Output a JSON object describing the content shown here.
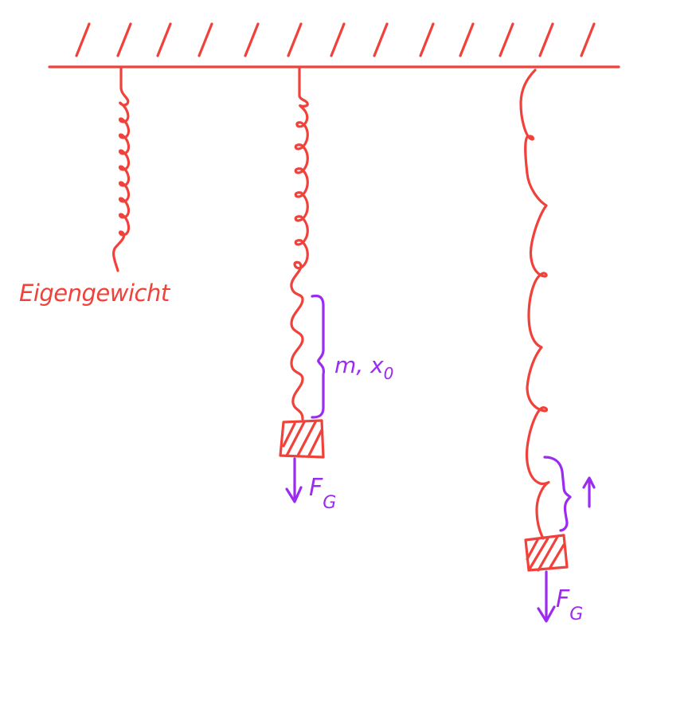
{
  "labels": {
    "self_weight": "Eigengewicht",
    "mass_displacement": "m, x",
    "mass_displacement_sub": "0",
    "gravity_force_1": "F",
    "gravity_force_1_sub": "G",
    "gravity_force_2": "F",
    "gravity_force_2_sub": "G"
  },
  "colors": {
    "spring": "#f0413a",
    "annotation": "#9b2bf0",
    "background": "#ffffff"
  }
}
